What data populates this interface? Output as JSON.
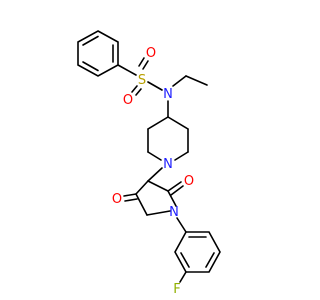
{
  "molecule": {
    "atom_labels": {
      "sulfur": "S",
      "sulfonyl_oxygen_upper": "O",
      "sulfonyl_oxygen_lower": "O",
      "sulfonamide_nitrogen": "N",
      "piperidine_nitrogen": "N",
      "carbonyl_oxygen_right": "O",
      "carbonyl_oxygen_left": "O",
      "imide_nitrogen": "N",
      "fluorine": "F"
    },
    "colors": {
      "bond": "#000000",
      "sulfur": "#b8a000",
      "oxygen": "#ff0000",
      "nitrogen": "#2020ff",
      "fluorine": "#90b000"
    }
  }
}
